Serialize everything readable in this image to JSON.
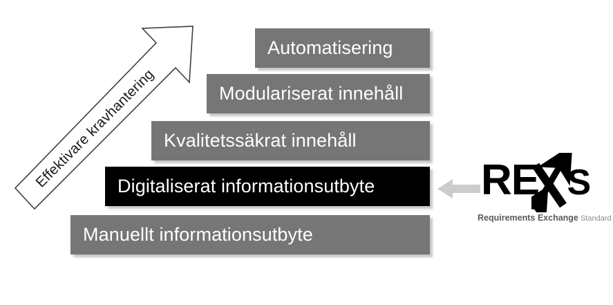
{
  "diagram": {
    "title": "Effektivare kravhantering maturity staircase",
    "background_color": "#ffffff",
    "bar_color": "#767676",
    "highlight_color": "#000000",
    "bar_text_color": "#ffffff",
    "pointer_arrow_color": "#cccccc"
  },
  "steps": [
    {
      "label": "Automatisering",
      "level": 5,
      "state": "normal"
    },
    {
      "label": "Modulariserat innehåll",
      "level": 4,
      "state": "normal"
    },
    {
      "label": "Kvalitetssäkrat innehåll",
      "level": 3,
      "state": "normal"
    },
    {
      "label": "Digitaliserat informationsutbyte",
      "level": 2,
      "state": "highlighted"
    },
    {
      "label": "Manuellt informationsutbyte",
      "level": 1,
      "state": "normal"
    }
  ],
  "progress_arrow": {
    "label": "Effektivare kravhantering",
    "direction": "up-right",
    "fill": "#ffffff",
    "stroke": "#404040"
  },
  "pointer": {
    "direction": "left",
    "points_to": "Digitaliserat informationsutbyte"
  },
  "logo": {
    "word_re": "RE",
    "word_x": "X",
    "word_s": "S",
    "tagline_strong": "Requirements Exchange",
    "tagline_light": "Standard"
  }
}
